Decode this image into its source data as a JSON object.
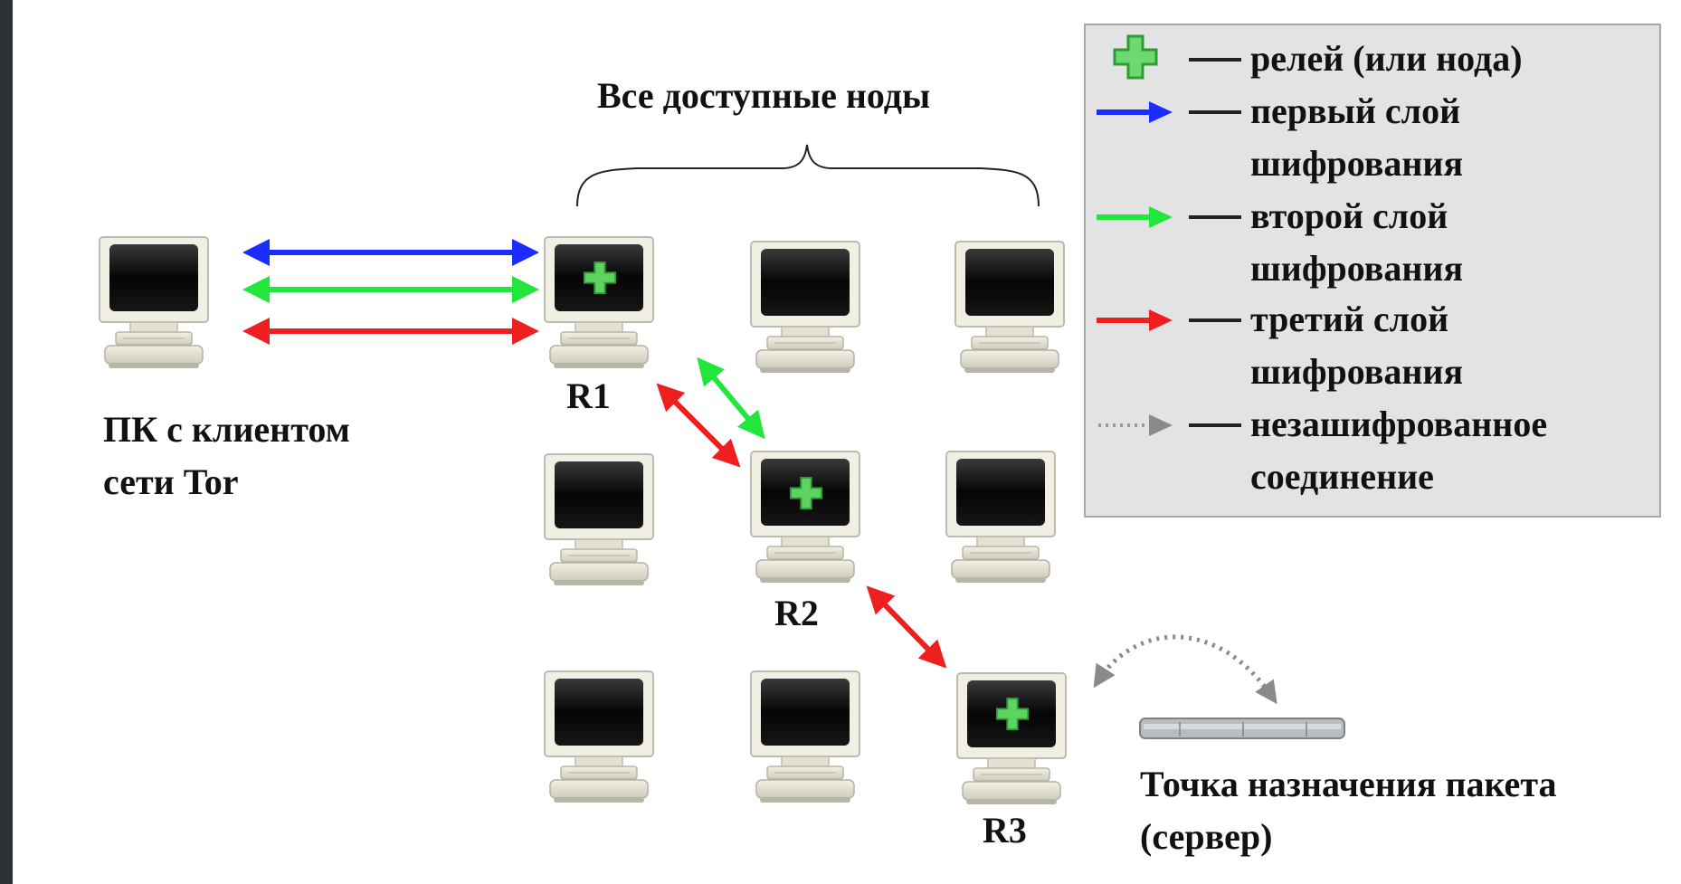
{
  "diagram": {
    "title": "Все доступные ноды",
    "client_label_line1": "ПК с клиентом",
    "client_label_line2": "сети Tor",
    "relay_labels": [
      "R1",
      "R2",
      "R3"
    ],
    "destination_label_line1": "Точка назначения пакета",
    "destination_label_line2": "(сервер)",
    "colors": {
      "layer1": "#1a2cff",
      "layer2": "#22e63c",
      "layer3": "#ee1f1f",
      "unencrypted": "#8a8a8a",
      "relay_cross": "#5fd35f"
    }
  },
  "legend": {
    "items": [
      {
        "icon": "relay-cross-icon",
        "line1": "релей (или нода)",
        "line2": ""
      },
      {
        "icon": "blue-arrow-icon",
        "line1": "первый слой",
        "line2": "шифрования"
      },
      {
        "icon": "green-arrow-icon",
        "line1": "второй слой",
        "line2": "шифрования"
      },
      {
        "icon": "red-arrow-icon",
        "line1": "третий слой",
        "line2": "шифрования"
      },
      {
        "icon": "dotted-arrow-icon",
        "line1": "незашифрованное",
        "line2": "соединение"
      }
    ]
  }
}
